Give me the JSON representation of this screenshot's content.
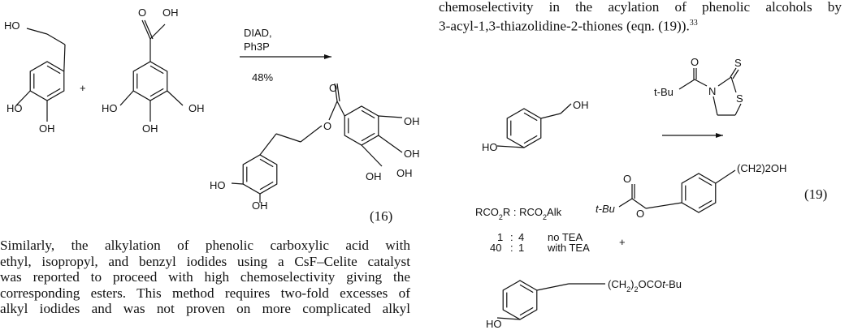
{
  "left_paragraph": {
    "lines": [
      "Similarly, the alkylation of phenolic carboxylic acid with",
      "ethyl, isopropyl, and benzyl iodides using a CsF–Celite catalyst",
      "was reported to proceed with high chemoselectivity giving the",
      "corresponding esters. This method requires two-fold excesses of",
      "alkyl iodides and was not proven on more complicated alkyl"
    ]
  },
  "right_paragraph": {
    "lines": [
      "chemoselectivity in the acylation of phenolic alcohols by",
      "3-acyl-1,3-thiazolidine-2-thiones (eqn. (19))."
    ],
    "citation": "33"
  },
  "scheme16": {
    "reagent1": "DIAD,",
    "reagent2": "Ph3P",
    "yield": "48%",
    "plus": "+",
    "equation_number": "(16)",
    "labels": {
      "ho": "HO",
      "oh": "OH",
      "o": "O"
    }
  },
  "scheme19": {
    "equation_number": "(19)",
    "tbu": "t-Bu",
    "s": "S",
    "n": "N",
    "ch2_2oh": "(CH2)2OH",
    "ch2_2ocotbu": "(CH2)2OCOt-Bu",
    "ratio_header": "RCO2R : RCO2Alk",
    "conditions": [
      {
        "a": "1",
        "b": "4",
        "label": "no TEA"
      },
      {
        "a": "40",
        "b": "1",
        "label": "with TEA"
      }
    ],
    "plus": "+"
  }
}
